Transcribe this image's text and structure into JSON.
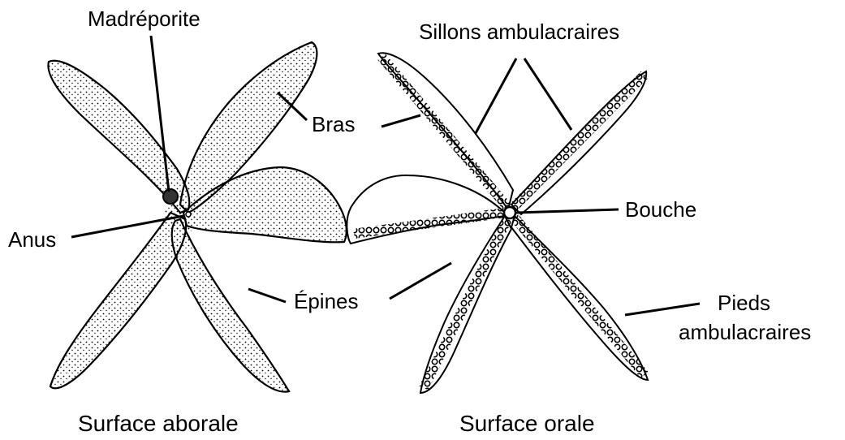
{
  "labels": {
    "madreporite": "Madréporite",
    "bras": "Bras",
    "anus": "Anus",
    "epines": "Épines",
    "sillons": "Sillons ambulacraires",
    "bouche": "Bouche",
    "pieds_line1": "Pieds",
    "pieds_line2": "ambulacraires"
  },
  "captions": {
    "left": "Surface aborale",
    "right": "Surface orale"
  },
  "colors": {
    "ink": "#000000",
    "paper": "#ffffff"
  }
}
